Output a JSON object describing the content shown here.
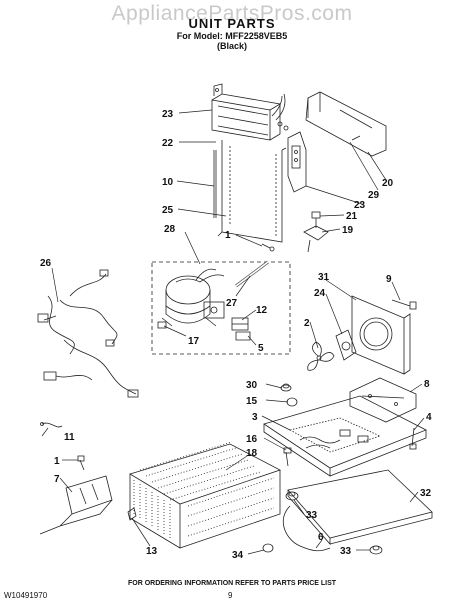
{
  "header": {
    "watermark": "AppliancePartsPros.com",
    "title": "UNIT PARTS",
    "model": "For Model: MFF2258VEB5",
    "color": "(Black)"
  },
  "callouts": [
    "23",
    "22",
    "10",
    "25",
    "28",
    "1",
    "26",
    "27",
    "12",
    "17",
    "5",
    "31",
    "24",
    "2",
    "9",
    "8",
    "30",
    "15",
    "3",
    "4",
    "11",
    "16",
    "18",
    "1",
    "7",
    "13",
    "34",
    "33",
    "6",
    "33",
    "32",
    "20",
    "29",
    "23",
    "21",
    "19"
  ],
  "footer": {
    "order_note": "FOR ORDERING INFORMATION REFER TO PARTS PRICE LIST",
    "doc_number": "W10491970",
    "page_number": "9"
  }
}
